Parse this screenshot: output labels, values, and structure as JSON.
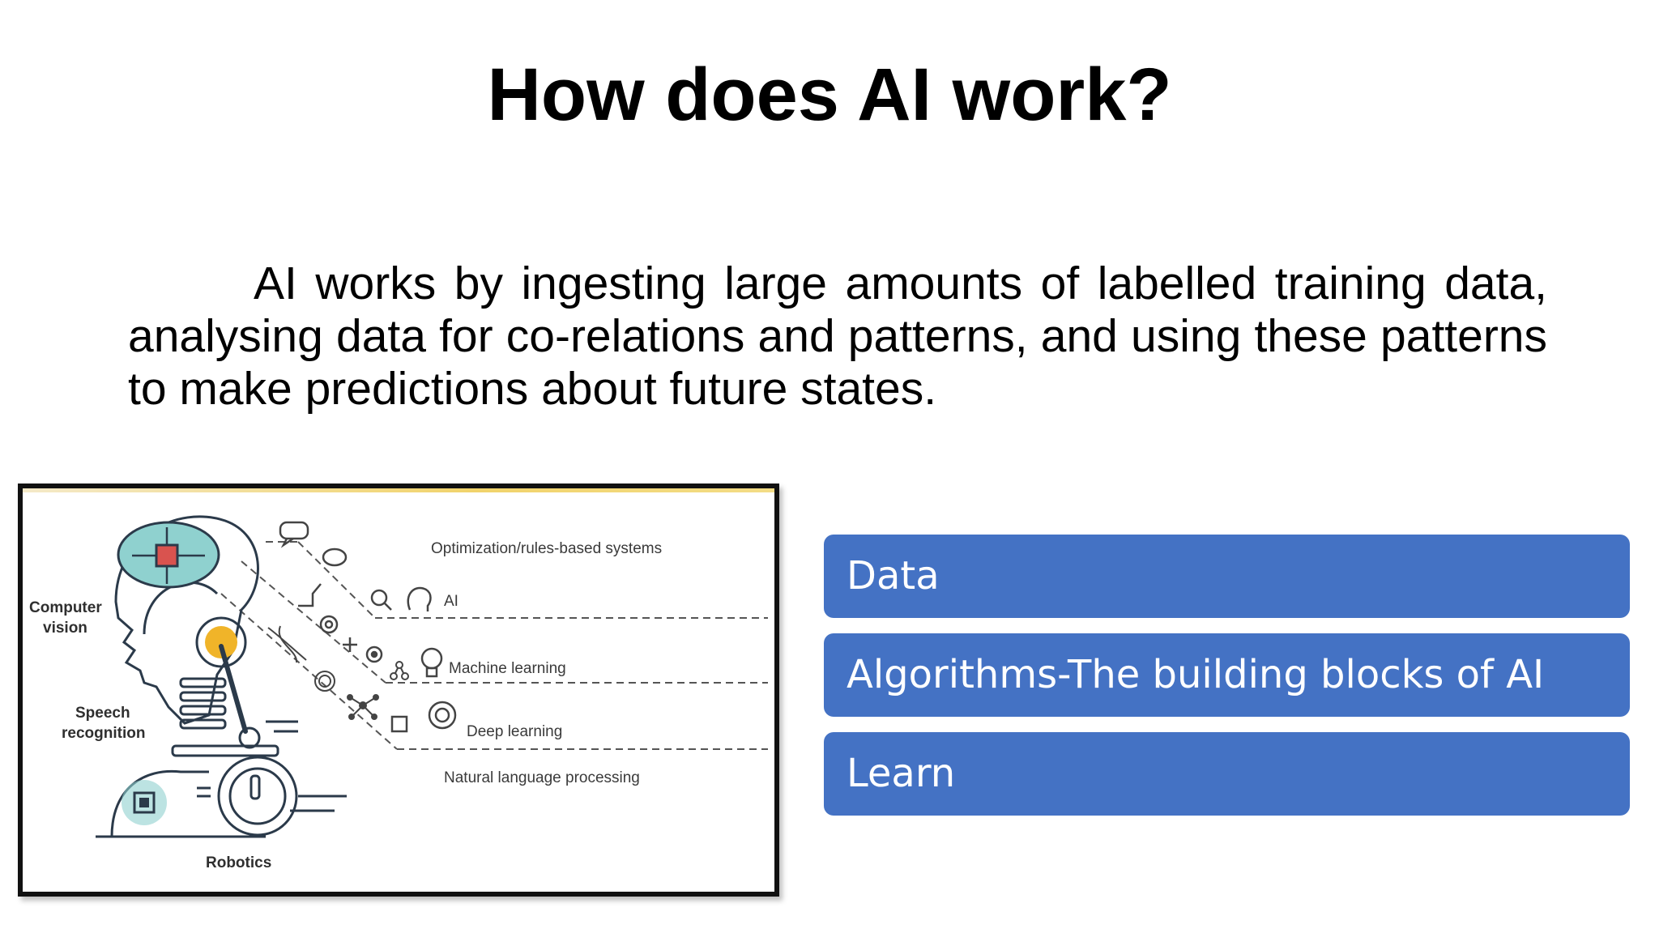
{
  "slide": {
    "title": "How does AI work?",
    "body": "AI works by ingesting large amounts of labelled training data, analysing data for co-relations and patterns, and using these patterns to make predictions about future states."
  },
  "figure": {
    "labels": {
      "computer_vision_1": "Computer",
      "computer_vision_2": "vision",
      "speech_1": "Speech",
      "speech_2": "recognition",
      "robotics": "Robotics",
      "optimization": "Optimization/rules-based systems",
      "ai": "AI",
      "machine_learning": "Machine learning",
      "deep_learning": "Deep learning",
      "nlp": "Natural language processing"
    }
  },
  "bars": [
    "Data",
    "Algorithms-The building blocks of AI",
    "Learn"
  ],
  "colors": {
    "bar": "#4472c4",
    "bar_text": "#ffffff",
    "accent_teal": "#3fa7a8",
    "accent_red": "#d9534f",
    "accent_gold": "#f0b429"
  }
}
